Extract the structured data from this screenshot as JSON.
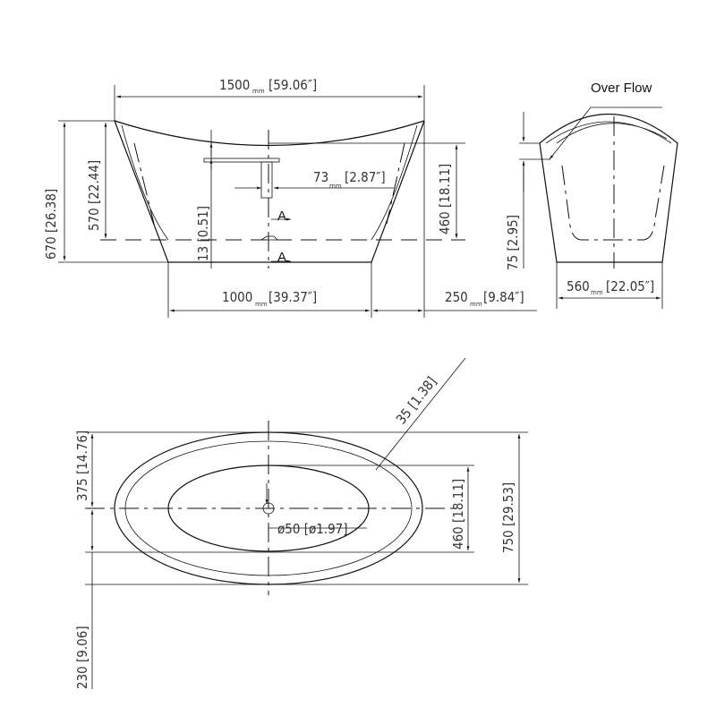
{
  "side_view": {
    "length": {
      "value": "1500",
      "unit": "mm",
      "inch": "[59.06″]"
    },
    "height_total": "670 [26.38]",
    "height_rim": "570 [22.44]",
    "drain_offset": "13 [0.51]",
    "faucet": {
      "value": "73",
      "unit": "mm",
      "inch": "[2.87″]"
    },
    "depth": "460 [18.11]",
    "section_mark": "A",
    "base_length": {
      "value": "1000",
      "unit": "mm",
      "inch": "[39.37″]"
    },
    "overhang": {
      "value": "250",
      "unit": "mm",
      "inch": "[9.84″]"
    }
  },
  "end_view": {
    "overflow_label": "Over Flow",
    "overflow_height": "75 [2.95]",
    "base_width": {
      "value": "560",
      "unit": "mm",
      "inch": "[22.05″]"
    }
  },
  "plan_view": {
    "rim_thickness": "35 [1.38]",
    "drain_to_edge": "375 [14.76]",
    "lower_offset": "230 [9.06]",
    "inner_width": "460 [18.11]",
    "width": "750 [29.53]",
    "drain_diameter": "ø50 [ø1.97]"
  }
}
